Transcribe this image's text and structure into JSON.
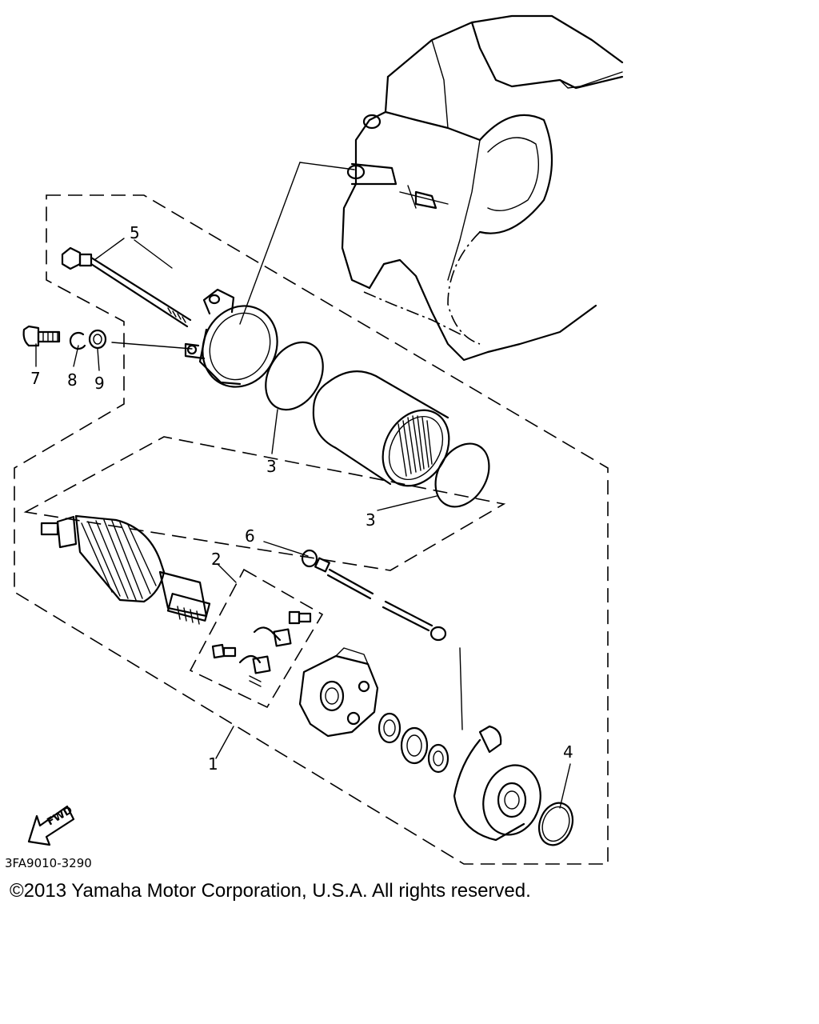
{
  "diagram": {
    "callouts": {
      "p1": "1",
      "p2": "2",
      "p3a": "3",
      "p3b": "3",
      "p4": "4",
      "p5": "5",
      "p6": "6",
      "p7": "7",
      "p8": "8",
      "p9": "9"
    },
    "fwd_label": "FWD",
    "drawing_code": "3FA9010-3290"
  },
  "footer": {
    "copyright": "©2013 Yamaha Motor Corporation, U.S.A. All rights reserved."
  }
}
